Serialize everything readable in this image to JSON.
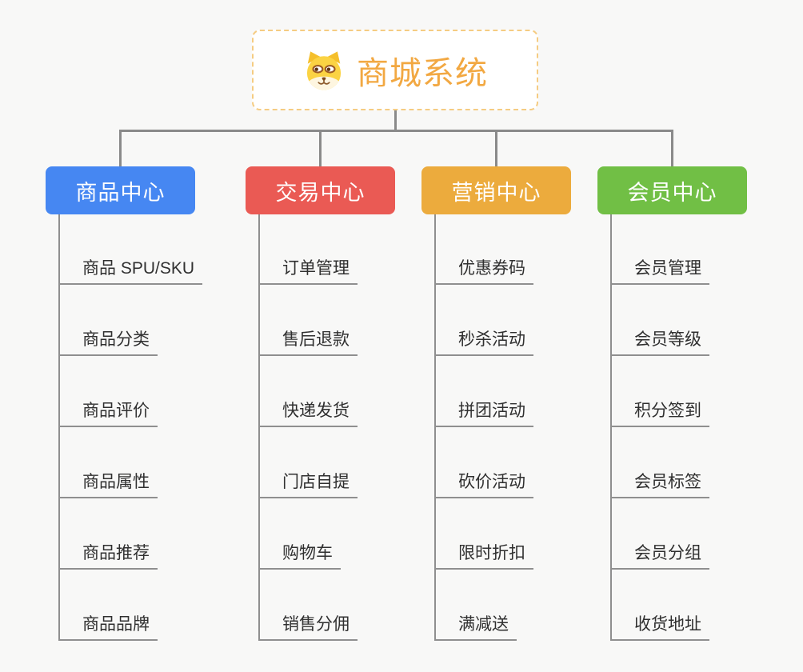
{
  "root": {
    "title": "商城系统",
    "icon": "dog-face-icon",
    "title_color": "#F2A842",
    "border_color": "#F5CC82"
  },
  "connector_color": "#8A8A8A",
  "branches": [
    {
      "label": "商品中心",
      "color": "#4687F2",
      "items": [
        "商品 SPU/SKU",
        "商品分类",
        "商品评价",
        "商品属性",
        "商品推荐",
        "商品品牌"
      ]
    },
    {
      "label": "交易中心",
      "color": "#EA5A54",
      "items": [
        "订单管理",
        "售后退款",
        "快递发货",
        "门店自提",
        "购物车",
        "销售分佣"
      ]
    },
    {
      "label": "营销中心",
      "color": "#ECAB3D",
      "items": [
        "优惠券码",
        "秒杀活动",
        "拼团活动",
        "砍价活动",
        "限时折扣",
        "满减送"
      ]
    },
    {
      "label": "会员中心",
      "color": "#71BF45",
      "items": [
        "会员管理",
        "会员等级",
        "积分签到",
        "会员标签",
        "会员分组",
        "收货地址"
      ]
    }
  ]
}
